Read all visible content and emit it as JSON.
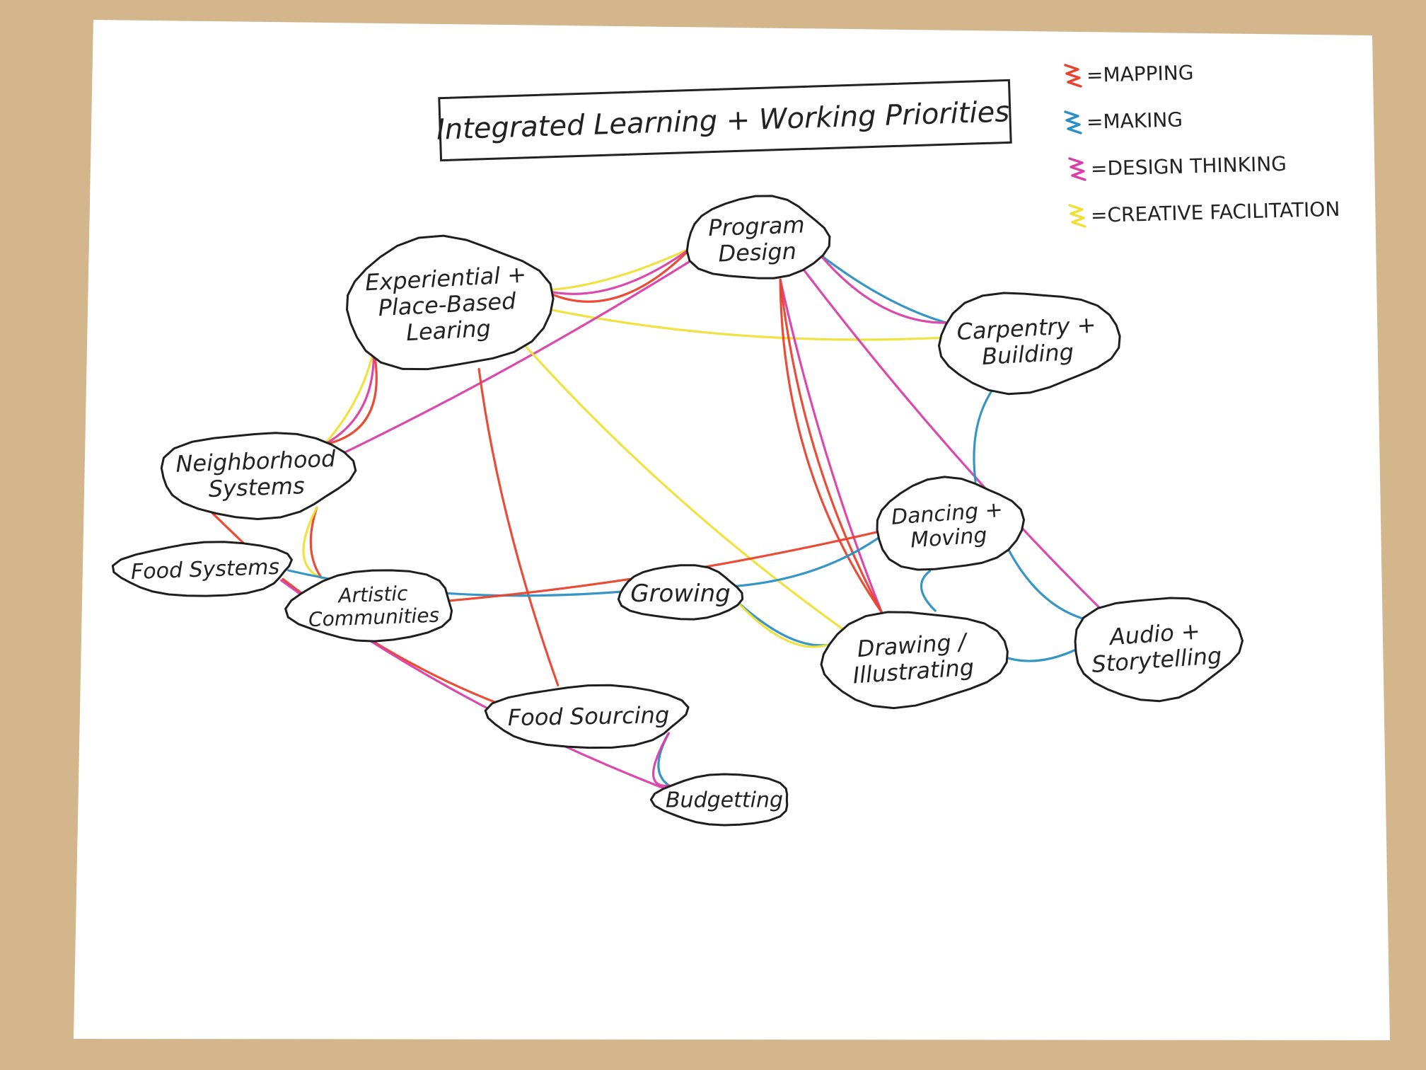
{
  "title": "Integrated Learning + Working Priorities",
  "legend": [
    {
      "key": "mapping",
      "label": "=MAPPING",
      "color": "#e8432c"
    },
    {
      "key": "making",
      "label": "=MAKING",
      "color": "#2b8fc4"
    },
    {
      "key": "design",
      "label": "=DESIGN THINKING",
      "color": "#d93fa9"
    },
    {
      "key": "creative",
      "label": "=CREATIVE FACILITATION",
      "color": "#eee037"
    }
  ],
  "nodes": [
    {
      "id": "program",
      "lines": [
        "Program",
        "Design"
      ]
    },
    {
      "id": "experiential",
      "lines": [
        "Experiential +",
        "Place-Based",
        "Learing"
      ]
    },
    {
      "id": "carpentry",
      "lines": [
        "Carpentry +",
        "Building"
      ]
    },
    {
      "id": "neighborhood",
      "lines": [
        "Neighborhood",
        "Systems"
      ]
    },
    {
      "id": "food_systems",
      "lines": [
        "Food Systems"
      ]
    },
    {
      "id": "artistic",
      "lines": [
        "Artistic",
        "Communities"
      ]
    },
    {
      "id": "growing",
      "lines": [
        "Growing"
      ]
    },
    {
      "id": "dancing",
      "lines": [
        "Dancing +",
        "Moving"
      ]
    },
    {
      "id": "drawing",
      "lines": [
        "Drawing /",
        "Illustrating"
      ]
    },
    {
      "id": "audio",
      "lines": [
        "Audio +",
        "Storytelling"
      ]
    },
    {
      "id": "food_sourcing",
      "lines": [
        "Food Sourcing"
      ]
    },
    {
      "id": "budgetting",
      "lines": [
        "Budgetting"
      ]
    }
  ],
  "links": [
    {
      "from": "experiential",
      "to": "program",
      "type": "creative"
    },
    {
      "from": "experiential",
      "to": "program",
      "type": "design"
    },
    {
      "from": "experiential",
      "to": "program",
      "type": "mapping"
    },
    {
      "from": "program",
      "to": "carpentry",
      "type": "making"
    },
    {
      "from": "program",
      "to": "carpentry",
      "type": "design"
    },
    {
      "from": "experiential",
      "to": "carpentry",
      "type": "creative"
    },
    {
      "from": "neighborhood",
      "to": "experiential",
      "type": "creative"
    },
    {
      "from": "neighborhood",
      "to": "experiential",
      "type": "design"
    },
    {
      "from": "neighborhood",
      "to": "experiential",
      "type": "mapping"
    },
    {
      "from": "neighborhood",
      "to": "program",
      "type": "design"
    },
    {
      "from": "experiential",
      "to": "food_sourcing",
      "type": "mapping"
    },
    {
      "from": "experiential",
      "to": "drawing",
      "type": "creative"
    },
    {
      "from": "program",
      "to": "drawing",
      "type": "design"
    },
    {
      "from": "program",
      "to": "drawing",
      "type": "mapping"
    },
    {
      "from": "program",
      "to": "drawing",
      "type": "mapping"
    },
    {
      "from": "program",
      "to": "audio",
      "type": "design"
    },
    {
      "from": "carpentry",
      "to": "dancing",
      "type": "making"
    },
    {
      "from": "neighborhood",
      "to": "food_systems",
      "type": "mapping"
    },
    {
      "from": "neighborhood",
      "to": "artistic",
      "type": "mapping"
    },
    {
      "from": "neighborhood",
      "to": "artistic",
      "type": "creative"
    },
    {
      "from": "food_systems",
      "to": "growing",
      "type": "making"
    },
    {
      "from": "artistic",
      "to": "dancing",
      "type": "mapping"
    },
    {
      "from": "growing",
      "to": "dancing",
      "type": "making"
    },
    {
      "from": "growing",
      "to": "drawing",
      "type": "making"
    },
    {
      "from": "growing",
      "to": "drawing",
      "type": "creative"
    },
    {
      "from": "dancing",
      "to": "drawing",
      "type": "making"
    },
    {
      "from": "dancing",
      "to": "audio",
      "type": "making"
    },
    {
      "from": "drawing",
      "to": "audio",
      "type": "making"
    },
    {
      "from": "food_systems",
      "to": "food_sourcing",
      "type": "mapping"
    },
    {
      "from": "food_systems",
      "to": "budgetting",
      "type": "design"
    },
    {
      "from": "food_sourcing",
      "to": "budgetting",
      "type": "making"
    },
    {
      "from": "food_sourcing",
      "to": "budgetting",
      "type": "design"
    }
  ]
}
